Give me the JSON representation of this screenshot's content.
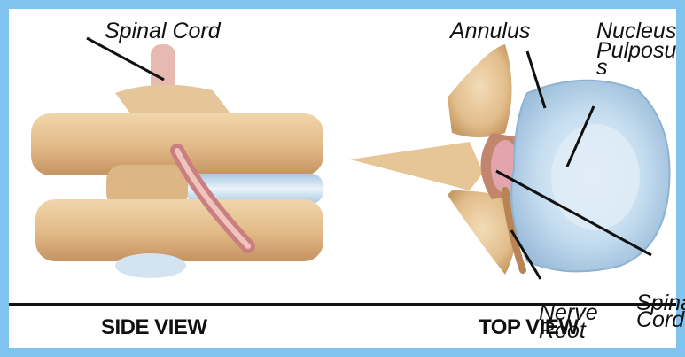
{
  "labels": {
    "spinal_cord_side": "Spinal Cord",
    "annulus": "Annulus",
    "nucleus_line1": "Nucleus",
    "nucleus_line2": "Pulposu",
    "nucleus_line3": "s",
    "nerve_line1": "Nerve",
    "nerve_line2": "Root",
    "spinal_cord_top_line1": "Spina",
    "spinal_cord_top_line2": "Cord"
  },
  "views": {
    "side": "SIDE VIEW",
    "top": "TOP VIEW"
  },
  "colors": {
    "frame_border": "#7fc3ee",
    "bone": "#e9c99b",
    "bone_dark": "#c99b66",
    "disc": "#bcd9ee",
    "nerve": "#d99a90",
    "spinal_cord": "#d79aa0"
  }
}
